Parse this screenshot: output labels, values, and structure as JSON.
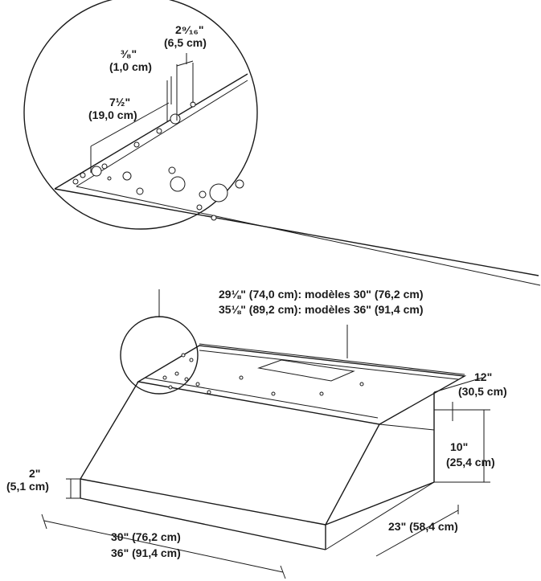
{
  "detail": {
    "dim_a_in": "2⁹⁄₁₆\"",
    "dim_a_cm": "(6,5 cm)",
    "dim_b_in": "³⁄₈\"",
    "dim_b_cm": "(1,0 cm)",
    "dim_c_in": "7½\"",
    "dim_c_cm": "(19,0 cm)"
  },
  "hood": {
    "width_line1": "29⅛\" (74,0 cm): modèles 30\" (76,2 cm)",
    "width_line2": "35⅛\" (89,2 cm): modèles 36\" (91,4 cm)",
    "depth_top_in": "12\"",
    "depth_top_cm": "(30,5 cm)",
    "height_in": "10\"",
    "height_cm": "(25,4 cm)",
    "front_h_in": "2\"",
    "front_h_cm": "(5,1 cm)",
    "front_w_line1": "30\" (76,2 cm)",
    "front_w_line2": "36\" (91,4 cm)",
    "depth_in_cm": "23\" (58,4 cm)"
  }
}
